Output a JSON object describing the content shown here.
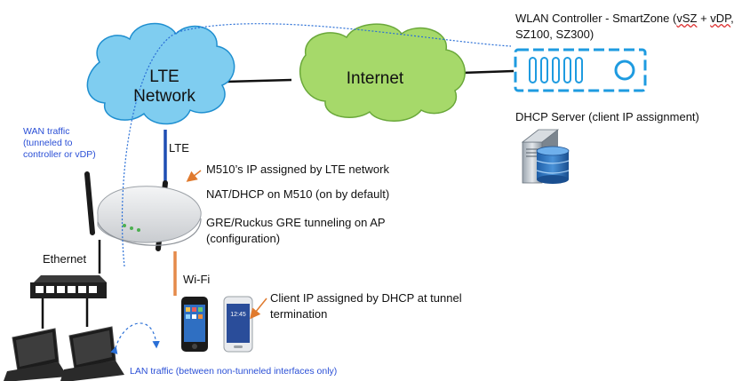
{
  "clouds": {
    "lte": [
      "LTE",
      "Network"
    ],
    "internet": "Internet"
  },
  "controller": {
    "title": [
      "WLAN Controller - SmartZone (",
      "vSZ",
      " + ",
      "vDP",
      ","
    ],
    "title_line2": "SZ100, SZ300)"
  },
  "dhcp_server_label": "DHCP Server (client IP assignment)",
  "wan_traffic": [
    "WAN traffic",
    "(tunneled to",
    "controller or vDP)"
  ],
  "link_labels": {
    "lte": "LTE",
    "ethernet": "Ethernet",
    "wifi": "Wi-Fi"
  },
  "ap_notes": {
    "ip_assigned": "M510’s IP assigned by LTE network",
    "nat_dhcp": "NAT/DHCP on M510 (on by default)",
    "gre_line1": "GRE/Ruckus GRE tunneling on AP",
    "gre_line2": "(configuration)"
  },
  "client_notes": {
    "line1": "Client IP assigned by DHCP at tunnel",
    "line2": "termination"
  },
  "phone_clock": "12:45",
  "lan_traffic": "LAN traffic (between non-tunneled interfaces only)",
  "colors": {
    "cloud_fill": "#7fcdf0",
    "cloud_stroke": "#1f8fd0",
    "internet_fill": "#a6d96a",
    "internet_stroke": "#6aa83a",
    "controller": "#1e9be0",
    "lte_link": "#1f4eb4",
    "wifi_link": "#e58a4a",
    "annotation_text": "#2a4fd6",
    "arrow": "#e07a2e"
  }
}
